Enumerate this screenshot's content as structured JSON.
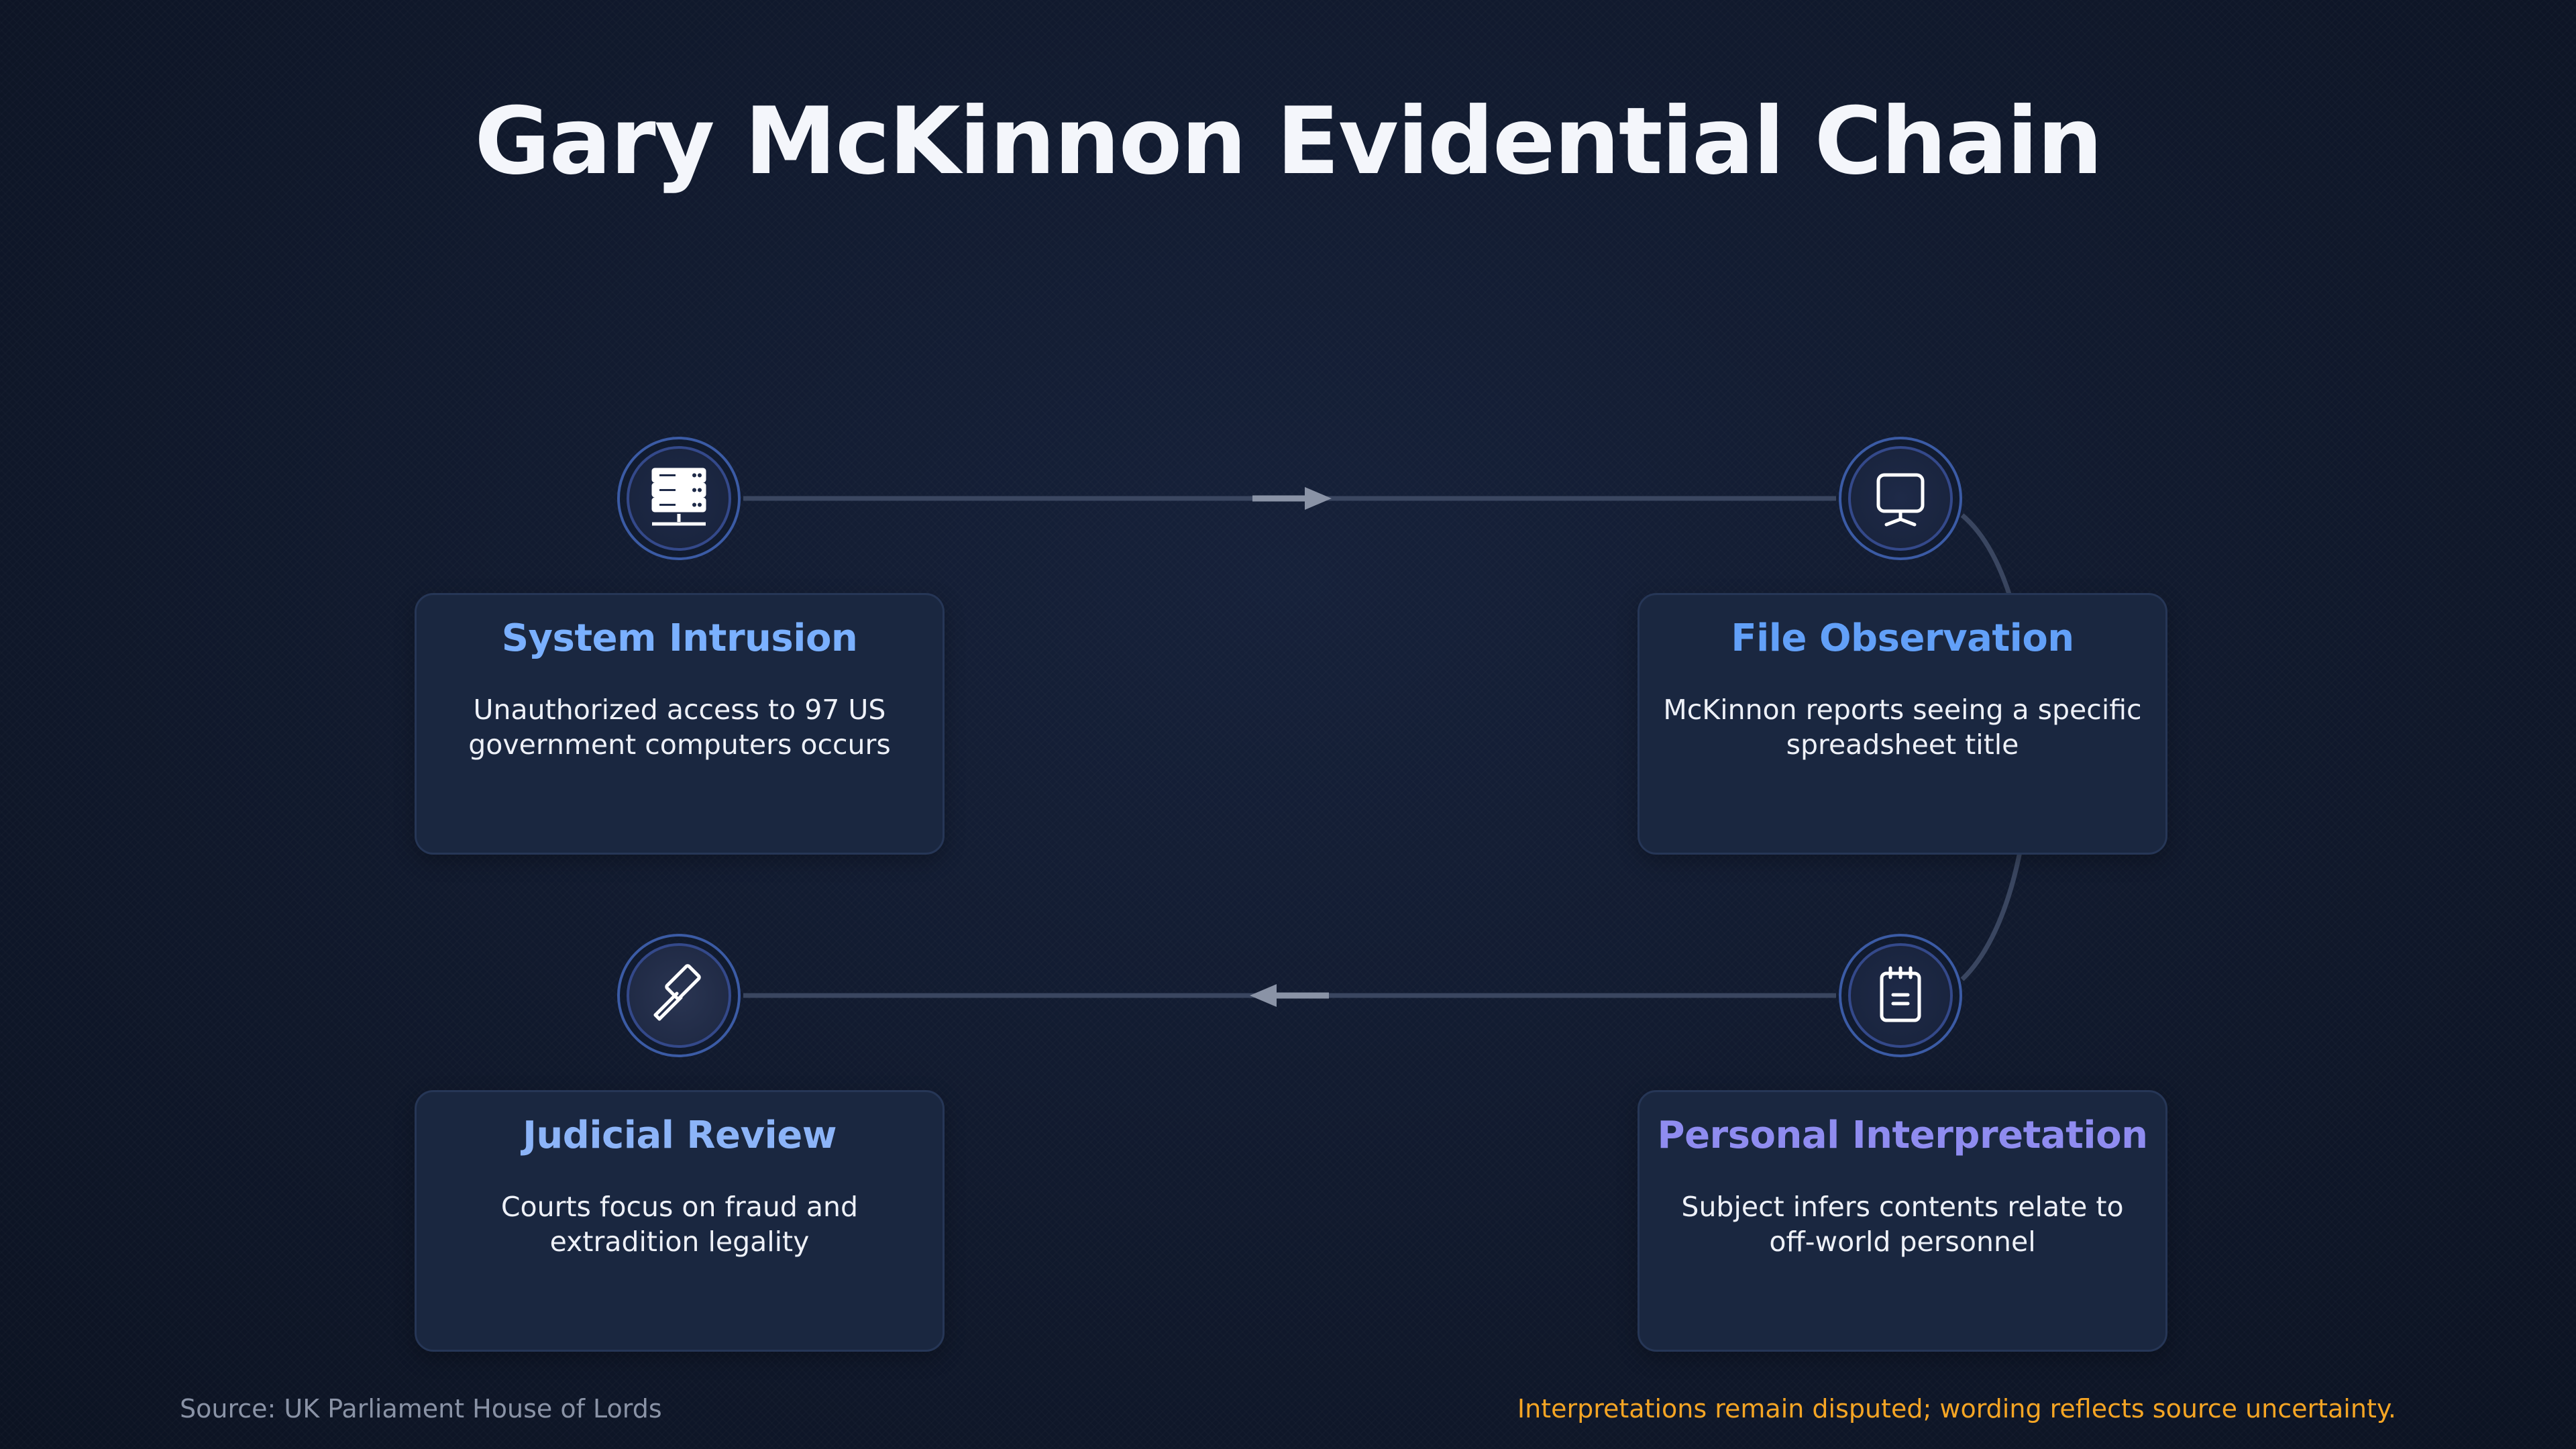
{
  "title": "Gary McKinnon Evidential Chain",
  "steps": [
    {
      "title": "System Intrusion",
      "description": "Unauthorized access to 97 US government computers occurs",
      "icon": "server-icon",
      "title_color": "#7ab0ff"
    },
    {
      "title": "File Observation",
      "description": "McKinnon reports seeing a specific spreadsheet title",
      "icon": "monitor-icon",
      "title_color": "#62a0f8"
    },
    {
      "title": "Personal Interpretation",
      "description": "Subject infers contents relate to off-world personnel",
      "icon": "notepad-icon",
      "title_color": "#8f8cf0"
    },
    {
      "title": "Judicial Review",
      "description": "Courts focus on fraud and extradition legality",
      "icon": "gavel-icon",
      "title_color": "#8cb4f8"
    }
  ],
  "footer": {
    "source": "Source: UK Parliament House of Lords",
    "disclaimer": "Interpretations remain disputed; wording reflects source uncertainty."
  },
  "colors": {
    "background": "#111a2e",
    "card": "#1a2740",
    "connector": "#3a4660",
    "arrow": "#8a93a6",
    "disclaimer": "#f5a524"
  }
}
